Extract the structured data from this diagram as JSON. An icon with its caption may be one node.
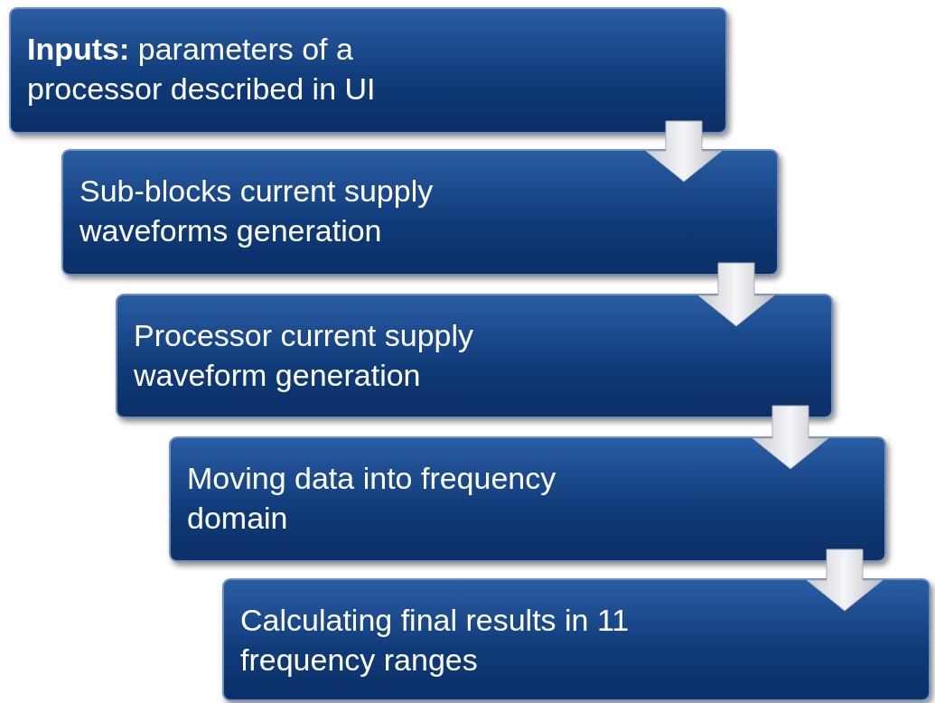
{
  "diagram": {
    "nodes": [
      {
        "text": [
          "**Inputs:** parameters of a processor described in UI"
        ]
      },
      {
        "text": [
          "Sub-blocks current supply waveforms generation"
        ]
      },
      {
        "text": [
          "Processor current supply waveform generation"
        ]
      },
      {
        "text": [
          "Moving data into frequency domain"
        ]
      },
      {
        "text": [
          "Calculating final results in 11 frequency ranges"
        ]
      }
    ],
    "edges": [
      {
        "from": 0,
        "to": 1,
        "arrow": "to"
      },
      {
        "from": 1,
        "to": 2,
        "arrow": "to"
      },
      {
        "from": 2,
        "to": 3,
        "arrow": "to"
      },
      {
        "from": 3,
        "to": 4,
        "arrow": "to"
      }
    ]
  }
}
